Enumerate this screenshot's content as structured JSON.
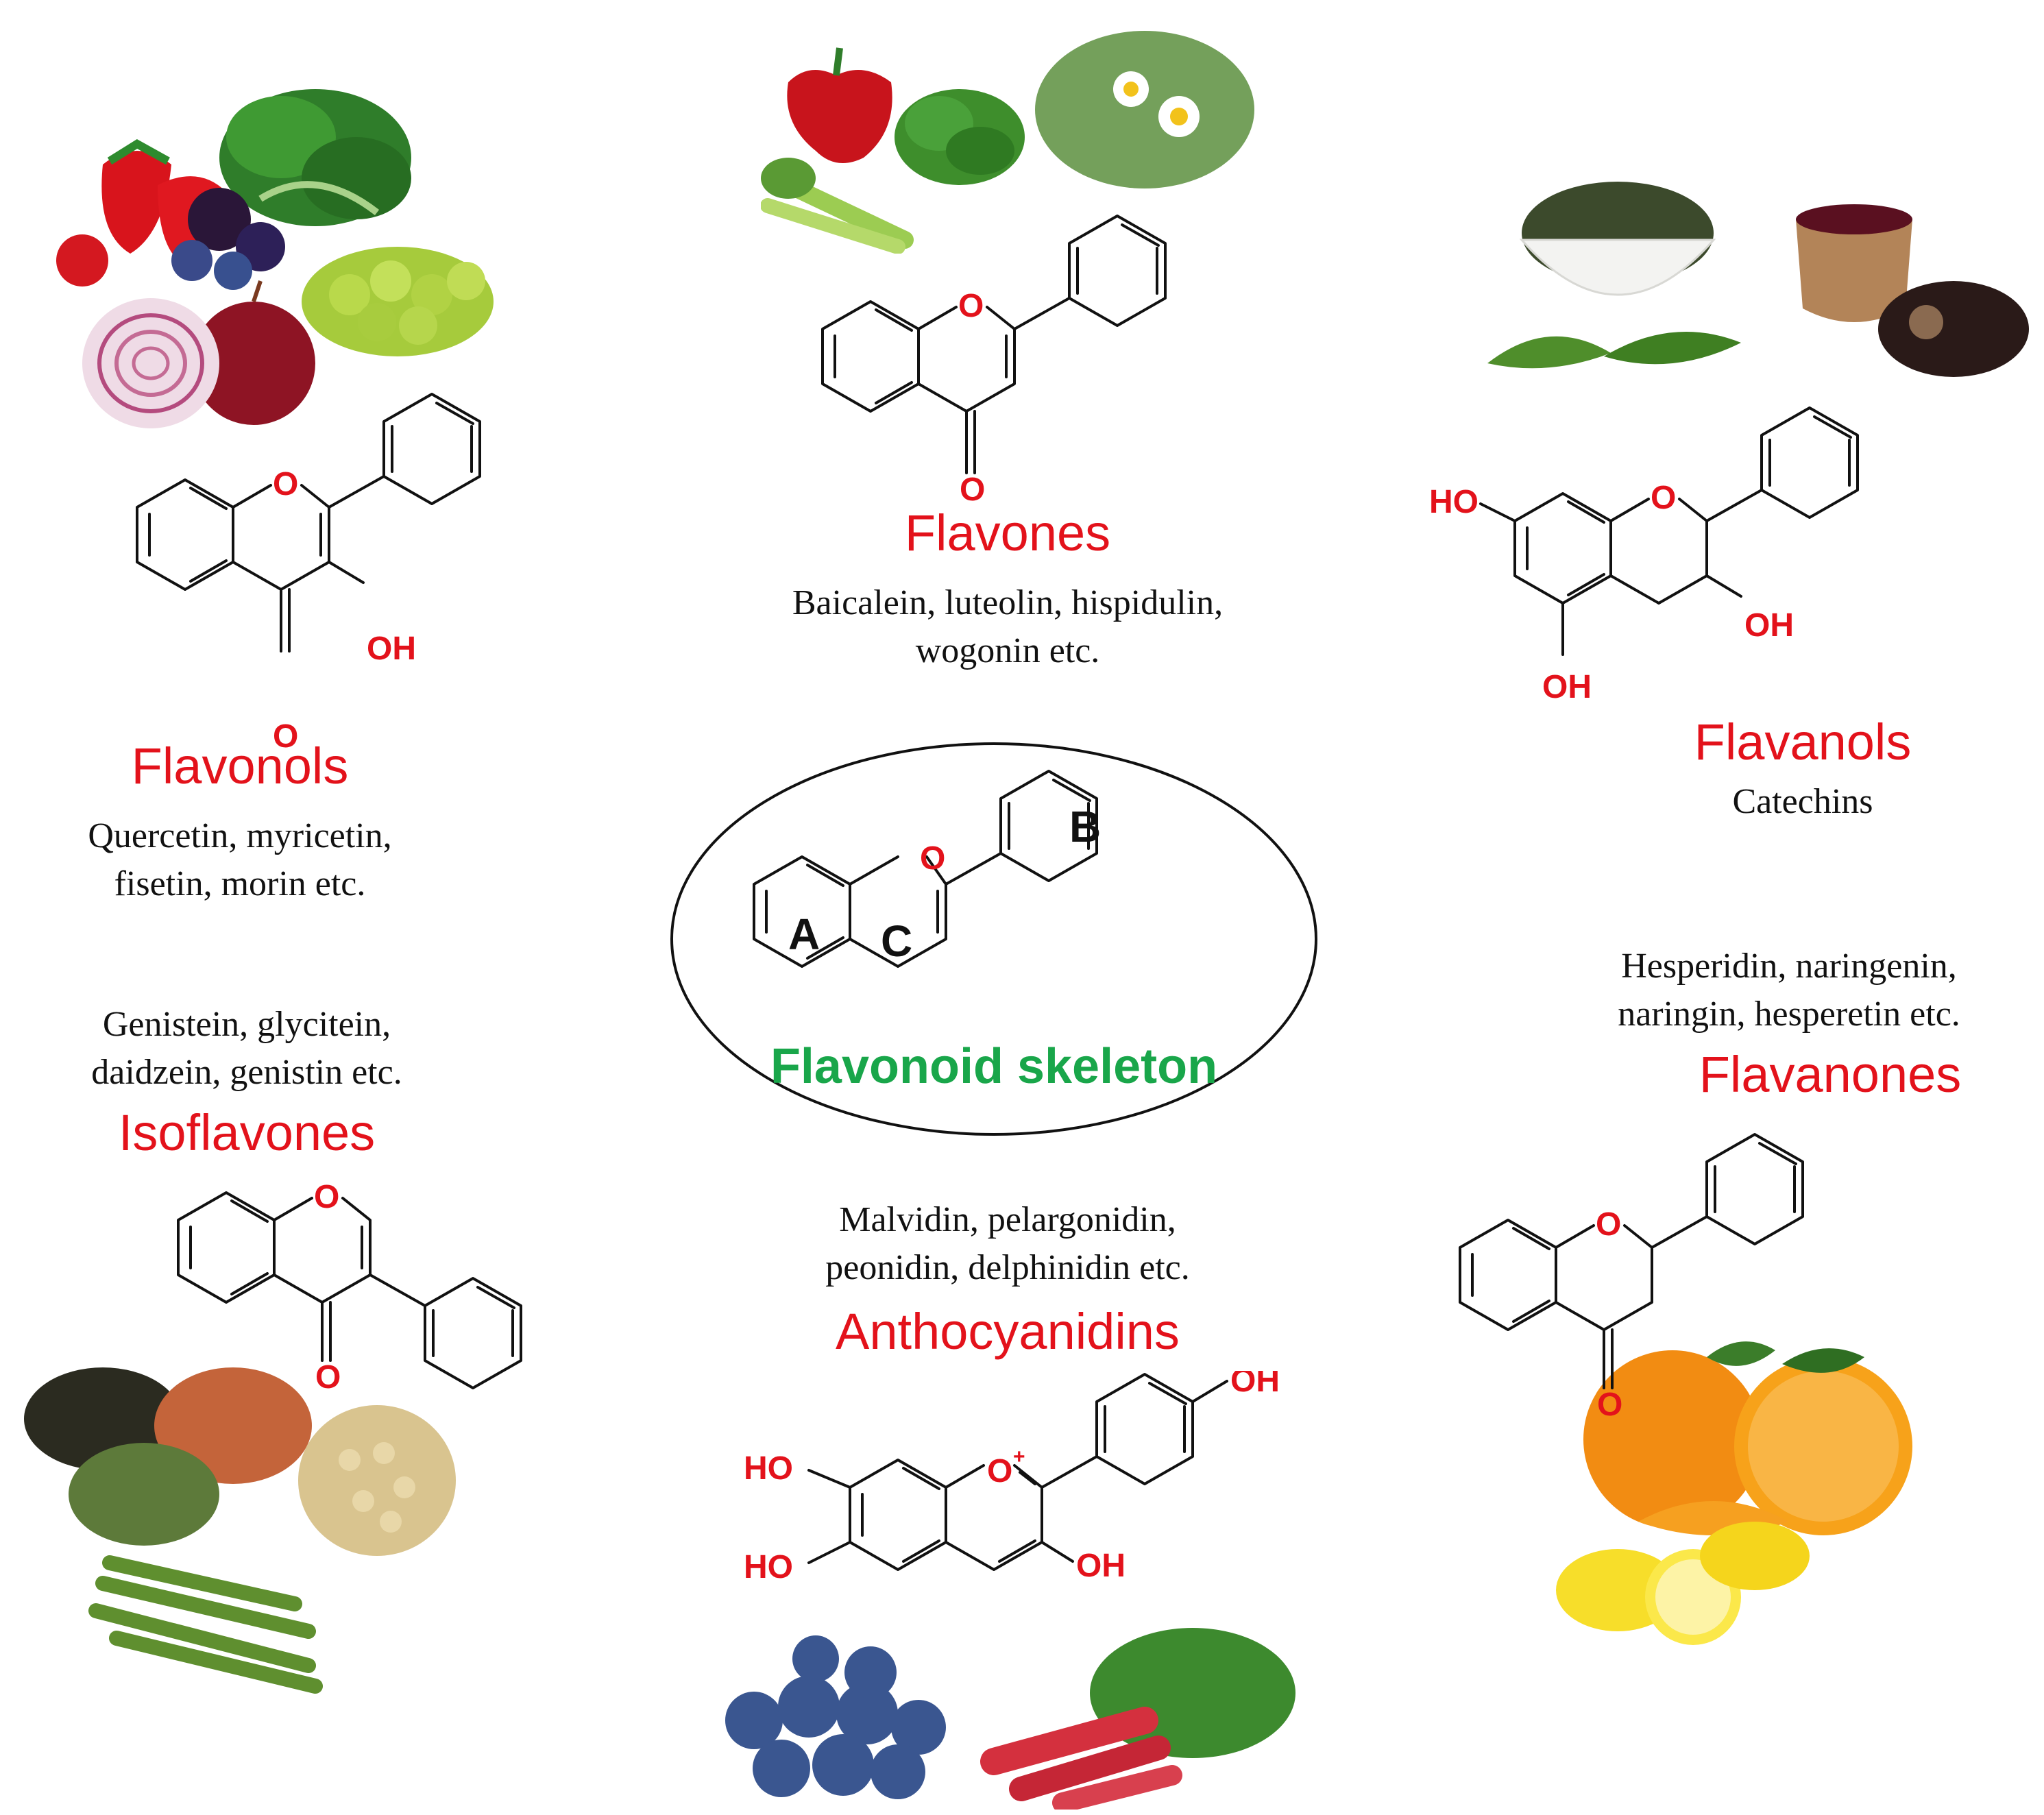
{
  "center": {
    "title": "Flavonoid skeleton",
    "ring_a": "A",
    "ring_b": "B",
    "ring_c": "C",
    "oxygen": "O",
    "colors": {
      "title": "#19a64a",
      "class_names": "#e3121b",
      "atoms": "#e3121b"
    }
  },
  "classes": {
    "flavones": {
      "name": "Flavones",
      "examples_line1": "Baicalein, luteolin,  hispidulin,",
      "examples_line2": "wogonin etc."
    },
    "flavonols": {
      "name": "Flavonols",
      "examples_line1": "Quercetin, myricetin,",
      "examples_line2": "fisetin, morin etc."
    },
    "flavanols": {
      "name": "Flavanols",
      "examples_line1": "Catechins"
    },
    "flavanones": {
      "name": "Flavanones",
      "examples_line1": "Hesperidin, naringenin,",
      "examples_line2": "naringin, hesperetin etc."
    },
    "isoflavones": {
      "name": "Isoflavones",
      "examples_line1": "Genistein, glycitein,",
      "examples_line2": "daidzein, genistin etc."
    },
    "anthocyanidins": {
      "name": "Anthocyanidins",
      "examples_line1": "Malvidin, pelargonidin,",
      "examples_line2": "peonidin, delphinidin etc."
    }
  },
  "atoms": {
    "O": "O",
    "OH": "OH",
    "HO": "HO",
    "plus": "+"
  },
  "food_icons": [
    "strawberry-icon",
    "blackberry-icon",
    "kale-icon",
    "onion-icon",
    "grapes-icon",
    "red-pepper-icon",
    "parsley-icon",
    "chamomile-icon",
    "celery-icon",
    "green-tea-icon",
    "black-tea-icon",
    "orange-icon",
    "lemon-icon",
    "lentils-icon",
    "soybeans-icon",
    "green-beans-icon",
    "blueberry-icon",
    "radish-icon"
  ]
}
